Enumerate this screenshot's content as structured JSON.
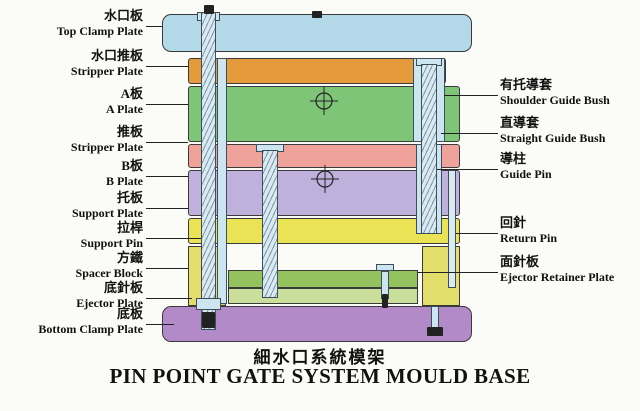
{
  "title": {
    "zh": "細水口系統模架",
    "en": "PIN POINT GATE SYSTEM MOULD BASE"
  },
  "left_labels": [
    {
      "zh": "水口板",
      "en": "Top Clamp Plate"
    },
    {
      "zh": "水口推板",
      "en": "Stripper Plate"
    },
    {
      "zh": "A板",
      "en": "A Plate"
    },
    {
      "zh": "推板",
      "en": "Stripper Plate"
    },
    {
      "zh": "B板",
      "en": "B Plate"
    },
    {
      "zh": "托板",
      "en": "Support Plate"
    },
    {
      "zh": "拉桿",
      "en": "Support Pin"
    },
    {
      "zh": "方鐵",
      "en": "Spacer Block"
    },
    {
      "zh": "底針板",
      "en": "Ejector Plate"
    },
    {
      "zh": "底板",
      "en": "Bottom Clamp Plate"
    }
  ],
  "right_labels": [
    {
      "zh": "有托導套",
      "en": "Shoulder Guide Bush"
    },
    {
      "zh": "直導套",
      "en": "Straight Guide Bush"
    },
    {
      "zh": "導柱",
      "en": "Guide Pin"
    },
    {
      "zh": "回針",
      "en": "Return Pin"
    },
    {
      "zh": "面針板",
      "en": "Ejector Retainer Plate"
    }
  ],
  "colors": {
    "top_clamp_plate": "#b3d9e8",
    "stripper_plate_top": "#e59a3c",
    "a_plate": "#7fc577",
    "stripper_plate_mid": "#efa29a",
    "b_plate": "#bfb1db",
    "support_plate": "#ebe356",
    "spacer_block": "#e3dd6b",
    "ejector_retainer_plate": "#93c25f",
    "ejector_plate": "#cbdf9d",
    "bottom_clamp_plate": "#b28ac8",
    "pin_fill": "#d9eaf3",
    "bush_fill": "#cde5f0"
  }
}
